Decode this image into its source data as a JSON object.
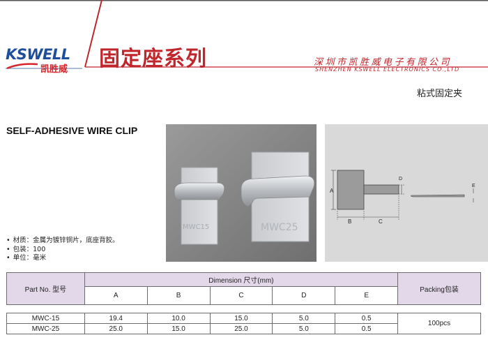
{
  "header": {
    "brand_en": "KSWELL",
    "brand_cn": "凯胜威",
    "series_title": "固定座系列",
    "company_cn": "深圳市凯胜威电子有限公司",
    "company_en": "SHENZHEN KSWELL ELECTRONICS CO.,LTD"
  },
  "product": {
    "name_cn": "粘式固定夹",
    "name_en": "SELF-ADHESIVE WIRE CLIP",
    "specs": [
      "材质：金属为镀锌铜片，底座背胶。",
      "包装：100",
      "单位：毫米"
    ]
  },
  "photo": {
    "small_label": "MWC15",
    "large_label": "MWC25"
  },
  "drawing": {
    "labels": [
      "A",
      "B",
      "C",
      "D",
      "E"
    ]
  },
  "table": {
    "part_no_header": "Part No. 型号",
    "dimension_header": "Dimension  尺寸(mm)",
    "packing_header": "Packing包装",
    "columns": [
      "A",
      "B",
      "C",
      "D",
      "E"
    ],
    "rows": [
      {
        "part": "MWC-15",
        "values": [
          "19.4",
          "10.0",
          "15.0",
          "5.0",
          "0.5"
        ]
      },
      {
        "part": "MWC-25",
        "values": [
          "25.0",
          "15.0",
          "25.0",
          "5.0",
          "0.5"
        ]
      }
    ],
    "packing": "100pcs"
  },
  "colors": {
    "brand_blue": "#1f4f9a",
    "brand_red": "#c0272d",
    "table_header_bg": "#e2d8e9"
  }
}
